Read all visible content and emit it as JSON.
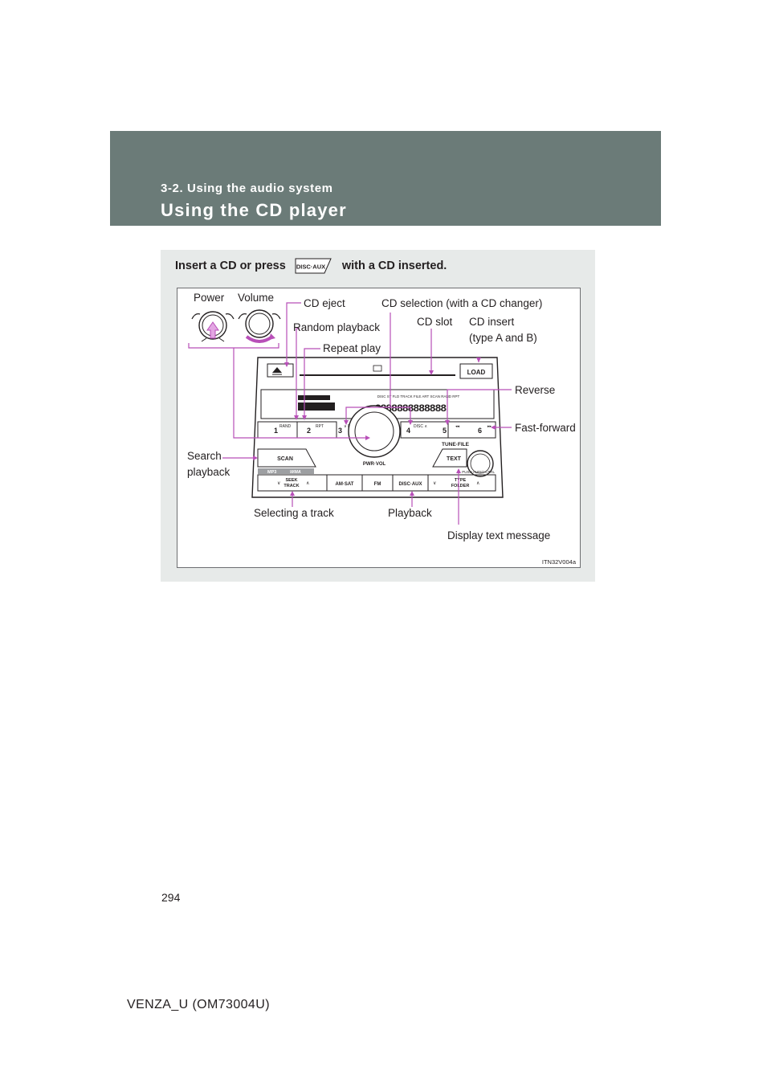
{
  "header": {
    "section": "3-2. Using the audio system",
    "title": "Using the CD player"
  },
  "instruction": {
    "before": "Insert a CD or press",
    "button_label": "DISC·AUX",
    "after": "with a CD inserted."
  },
  "callouts": {
    "power": "Power",
    "volume": "Volume",
    "cd_eject": "CD eject",
    "cd_selection": "CD selection (with a CD changer)",
    "random_playback": "Random playback",
    "cd_slot": "CD slot",
    "cd_insert_1": "CD insert",
    "cd_insert_2": "(type A and B)",
    "repeat_play": "Repeat play",
    "reverse": "Reverse",
    "fast_forward": "Fast-forward",
    "search_1": "Search",
    "search_2": "playback",
    "selecting_track": "Selecting a track",
    "playback": "Playback",
    "display_text": "Display text message"
  },
  "unit": {
    "load": "LOAD",
    "rand": "RAND",
    "rpt": "RPT",
    "disc_down": "∨ DISC",
    "disc_up": "DISC ∧",
    "n1": "1",
    "n2": "2",
    "n3": "3",
    "n4": "4",
    "n5": "5",
    "n6": "6",
    "rew": "◂◂",
    "ff": "▸▸",
    "scan": "SCAN",
    "pwr_vol": "PWR·VOL",
    "tune_file": "TUNE·FILE",
    "text": "TEXT",
    "mp3": "MP3",
    "wma": "WMA",
    "push_audio": "PUSH AUDIO CTRL",
    "seek": "SEEK",
    "track": "TRACK",
    "am_sat": "AM·SAT",
    "fm": "FM",
    "disc_aux": "DISC·AUX",
    "type": "TYPE",
    "folder": "FOLDER",
    "display_indicators": "DISC ST FLD  TRACK  FILE ART  SCAN  RAND  RPT",
    "display_digits": "8888888888888"
  },
  "figure_id": "ITN32V004a",
  "page_number": "294",
  "footer": "VENZA_U (OM73004U)",
  "colors": {
    "header_band": "#6b7b78",
    "panel": "#e7eae9",
    "callout": "#b84fb8"
  }
}
